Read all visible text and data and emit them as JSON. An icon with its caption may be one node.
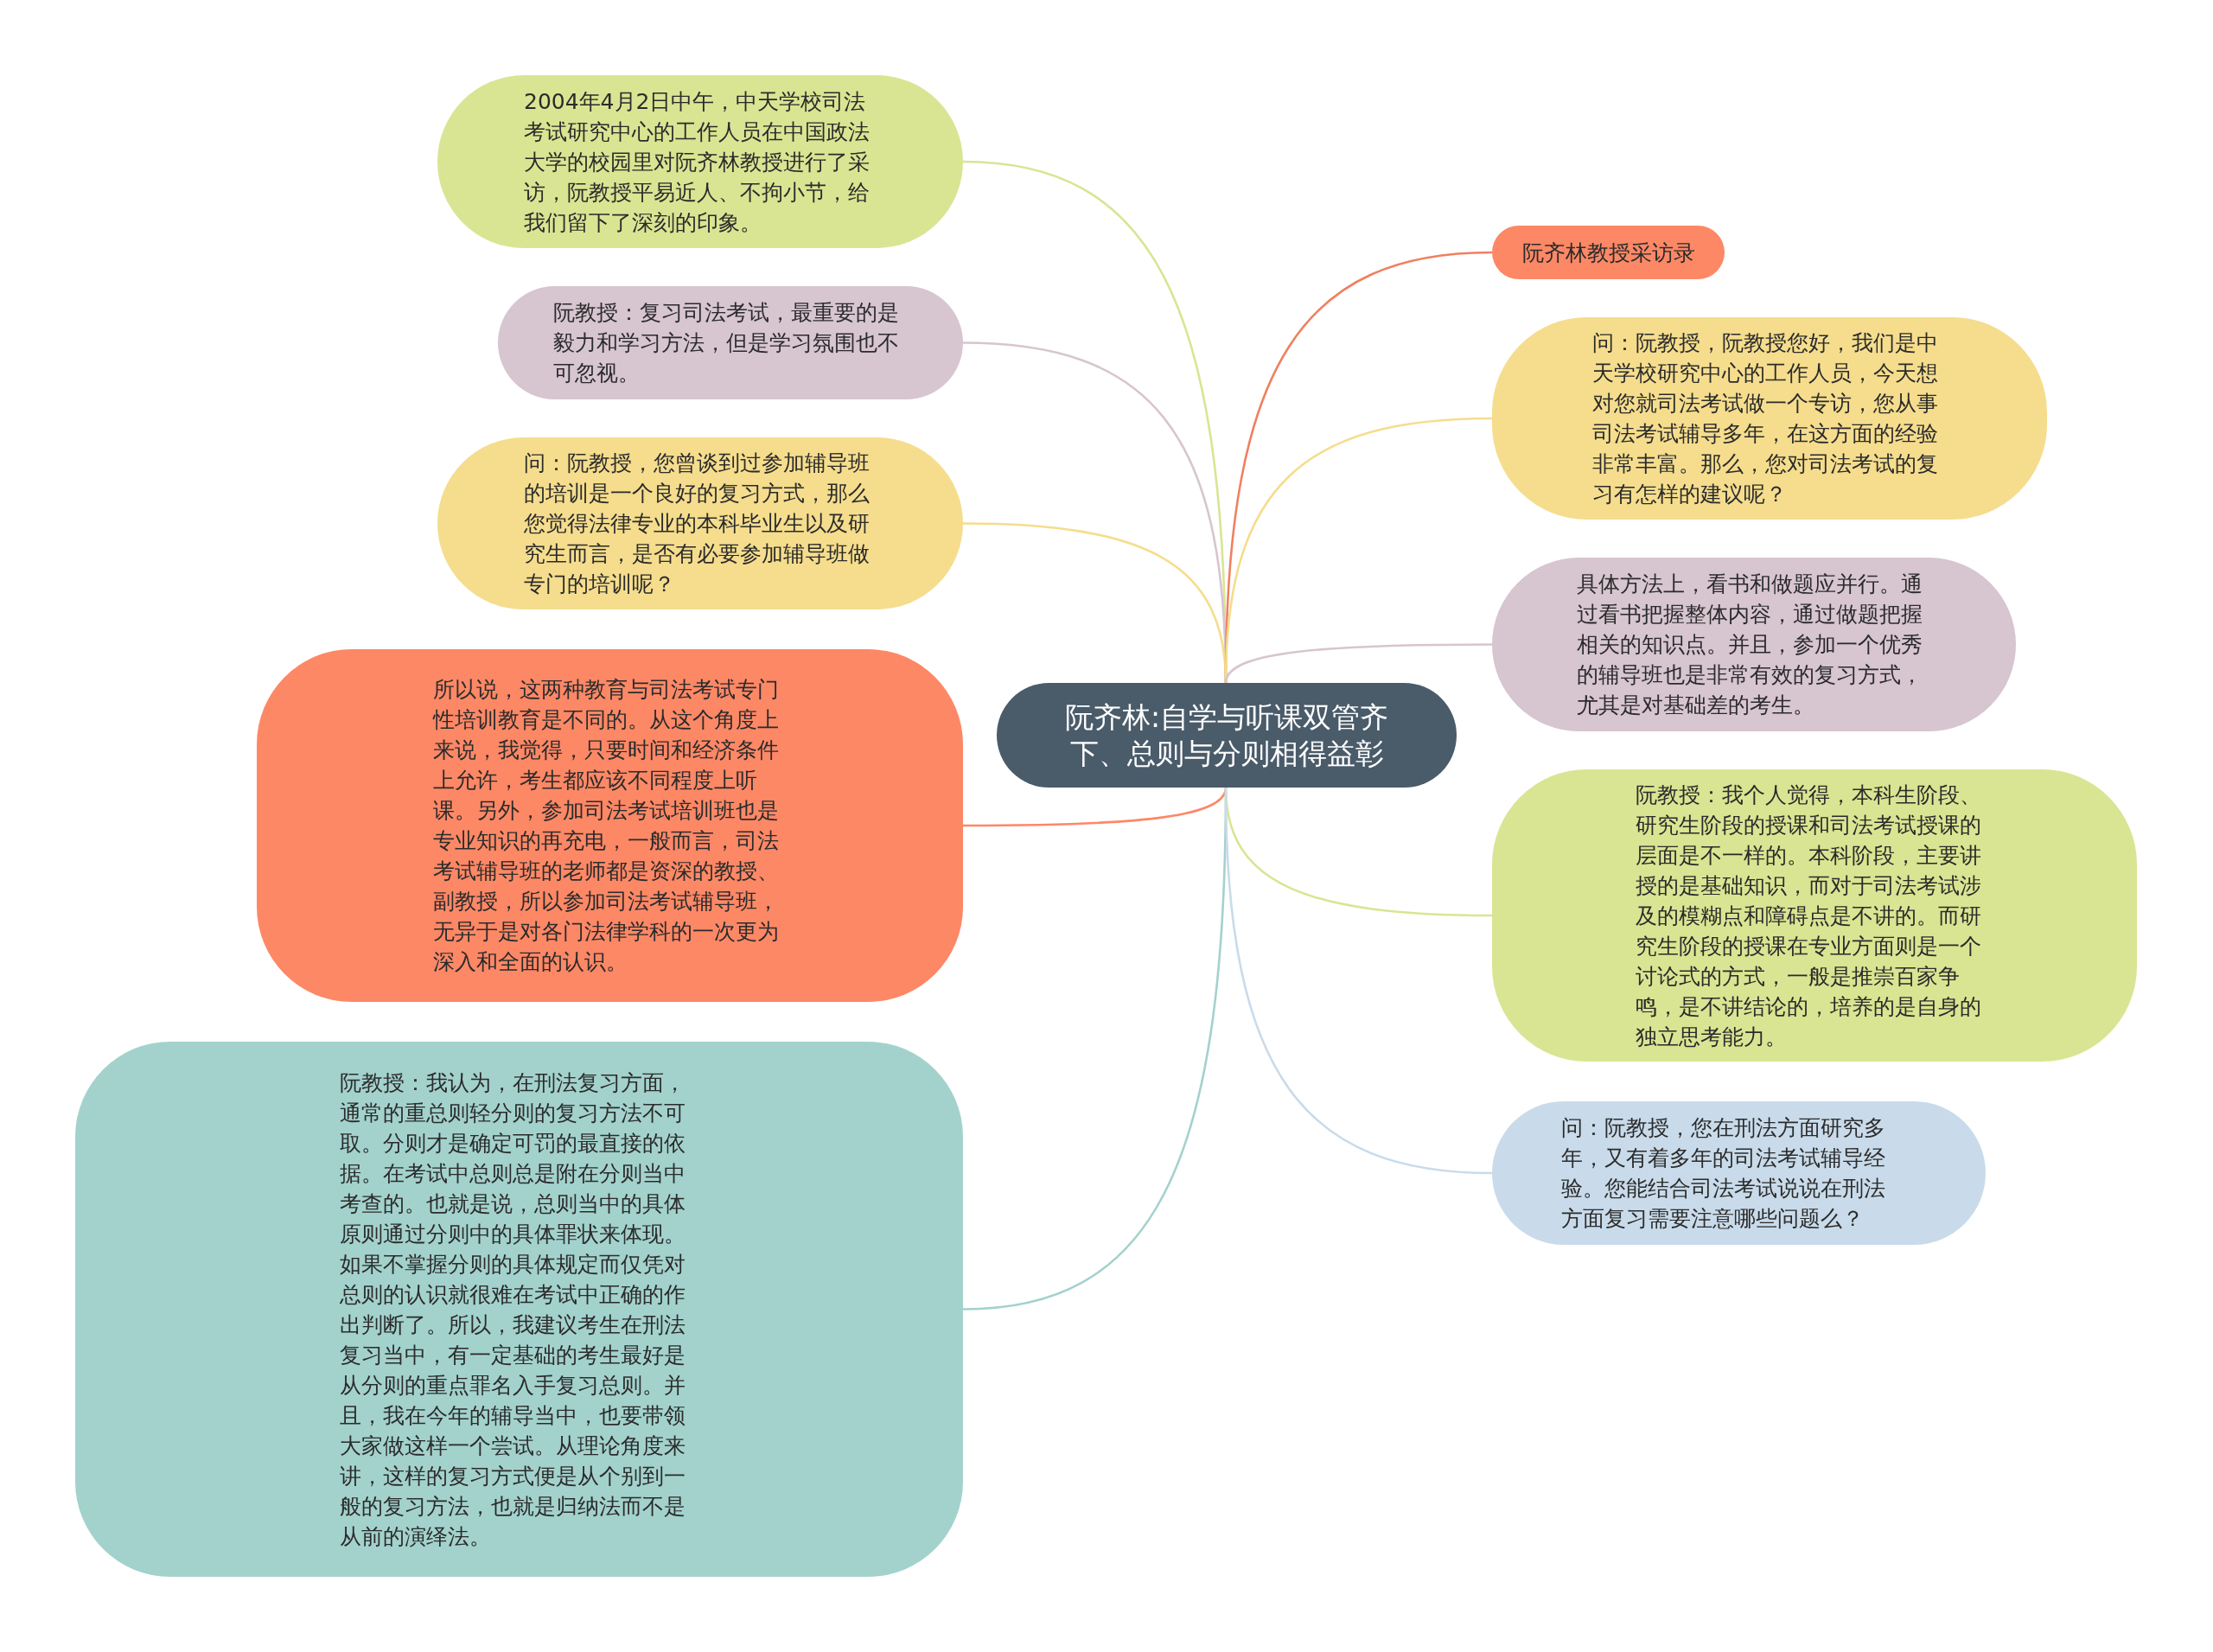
{
  "diagram": {
    "nodes": [
      {
        "text": [
          "阮齐林:自学与听课双管齐下、总则与分则相得益彰"
        ]
      },
      {
        "text": [
          "2004年4月2日中午，中天学校司法考试研究中心的工作人员在中国政法大学的校园里对阮齐林教授进行了采访，阮教授平易近人、不拘小节，给我们留下了深刻的印象。"
        ]
      },
      {
        "text": [
          "阮教授：复习司法考试，最重要的是毅力和学习方法，但是学习氛围也不可忽视。"
        ]
      },
      {
        "text": [
          "问：阮教授，您曾谈到过参加辅导班的培训是一个良好的复习方式，那么您觉得法律专业的本科毕业生以及研究生而言，是否有必要参加辅导班做专门的培训呢？"
        ]
      },
      {
        "text": [
          "所以说，这两种教育与司法考试专门性培训教育是不同的。从这个角度上来说，我觉得，只要时间和经济条件上允许，考生都应该不同程度上听课。另外，参加司法考试培训班也是专业知识的再充电，一般而言，司法考试辅导班的老师都是资深的教授、副教授，所以参加司法考试辅导班，无异于是对各门法律学科的一次更为深入和全面的认识。"
        ]
      },
      {
        "text": [
          "阮教授：我认为，在刑法复习方面，通常的重总则轻分则的复习方法不可取。分则才是确定可罚的最直接的依据。在考试中总则总是附在分则当中考查的。也就是说，总则当中的具体原则通过分则中的具体罪状来体现。如果不掌握分则的具体规定而仅凭对总则的认识就很难在考试中正确的作出判断了。所以，我建议考生在刑法复习当中，有一定基础的考生最好是从分则的重点罪名入手复习总则。并且，我在今年的辅导当中，也要带领大家做这样一个尝试。从理论角度来讲，这样的复习方式便是从个别到一般的复习方法，也就是归纳法而不是从前的演绎法。"
        ]
      },
      {
        "text": [
          "阮齐林教授采访录"
        ]
      },
      {
        "text": [
          "问：阮教授，阮教授您好，我们是中天学校研究中心的工作人员，今天想对您就司法考试做一个专访，您从事司法考试辅导多年，在这方面的经验非常丰富。那么，您对司法考试的复习有怎样的建议呢？"
        ]
      },
      {
        "text": [
          "具体方法上，看书和做题应并行。通过看书把握整体内容，通过做题把握相关的知识点。并且，参加一个优秀的辅导班也是非常有效的复习方式，尤其是对基础差的考生。"
        ]
      },
      {
        "text": [
          "阮教授：我个人觉得，本科生阶段、研究生阶段的授课和司法考试授课的层面是不一样的。本科阶段，主要讲授的是基础知识，而对于司法考试涉及的模糊点和障碍点是不讲的。而研究生阶段的授课在专业方面则是一个讨论式的方式，一般是推崇百家争鸣，是不讲结论的，培养的是自身的独立思考能力。"
        ]
      },
      {
        "text": [
          "问：阮教授，您在刑法方面研究多年，又有着多年的司法考试辅导经验。您能结合司法考试说说在刑法方面复习需要注意哪些问题么？"
        ]
      }
    ],
    "edges": [
      {
        "from": 0,
        "to": 1,
        "arrow": "none",
        "color": "#d9e592"
      },
      {
        "from": 0,
        "to": 2,
        "arrow": "none",
        "color": "#d7c5d0"
      },
      {
        "from": 0,
        "to": 3,
        "arrow": "none",
        "color": "#f5dd8d"
      },
      {
        "from": 0,
        "to": 4,
        "arrow": "none",
        "color": "#fd8866"
      },
      {
        "from": 0,
        "to": 5,
        "arrow": "none",
        "color": "#a3d2cd"
      },
      {
        "from": 0,
        "to": 6,
        "arrow": "none",
        "color": "#f08060"
      },
      {
        "from": 0,
        "to": 7,
        "arrow": "none",
        "color": "#f5dd8d"
      },
      {
        "from": 0,
        "to": 8,
        "arrow": "none",
        "color": "#d7c5d0"
      },
      {
        "from": 0,
        "to": 9,
        "arrow": "none",
        "color": "#d9e592"
      },
      {
        "from": 0,
        "to": 10,
        "arrow": "none",
        "color": "#c9dbea"
      }
    ]
  }
}
